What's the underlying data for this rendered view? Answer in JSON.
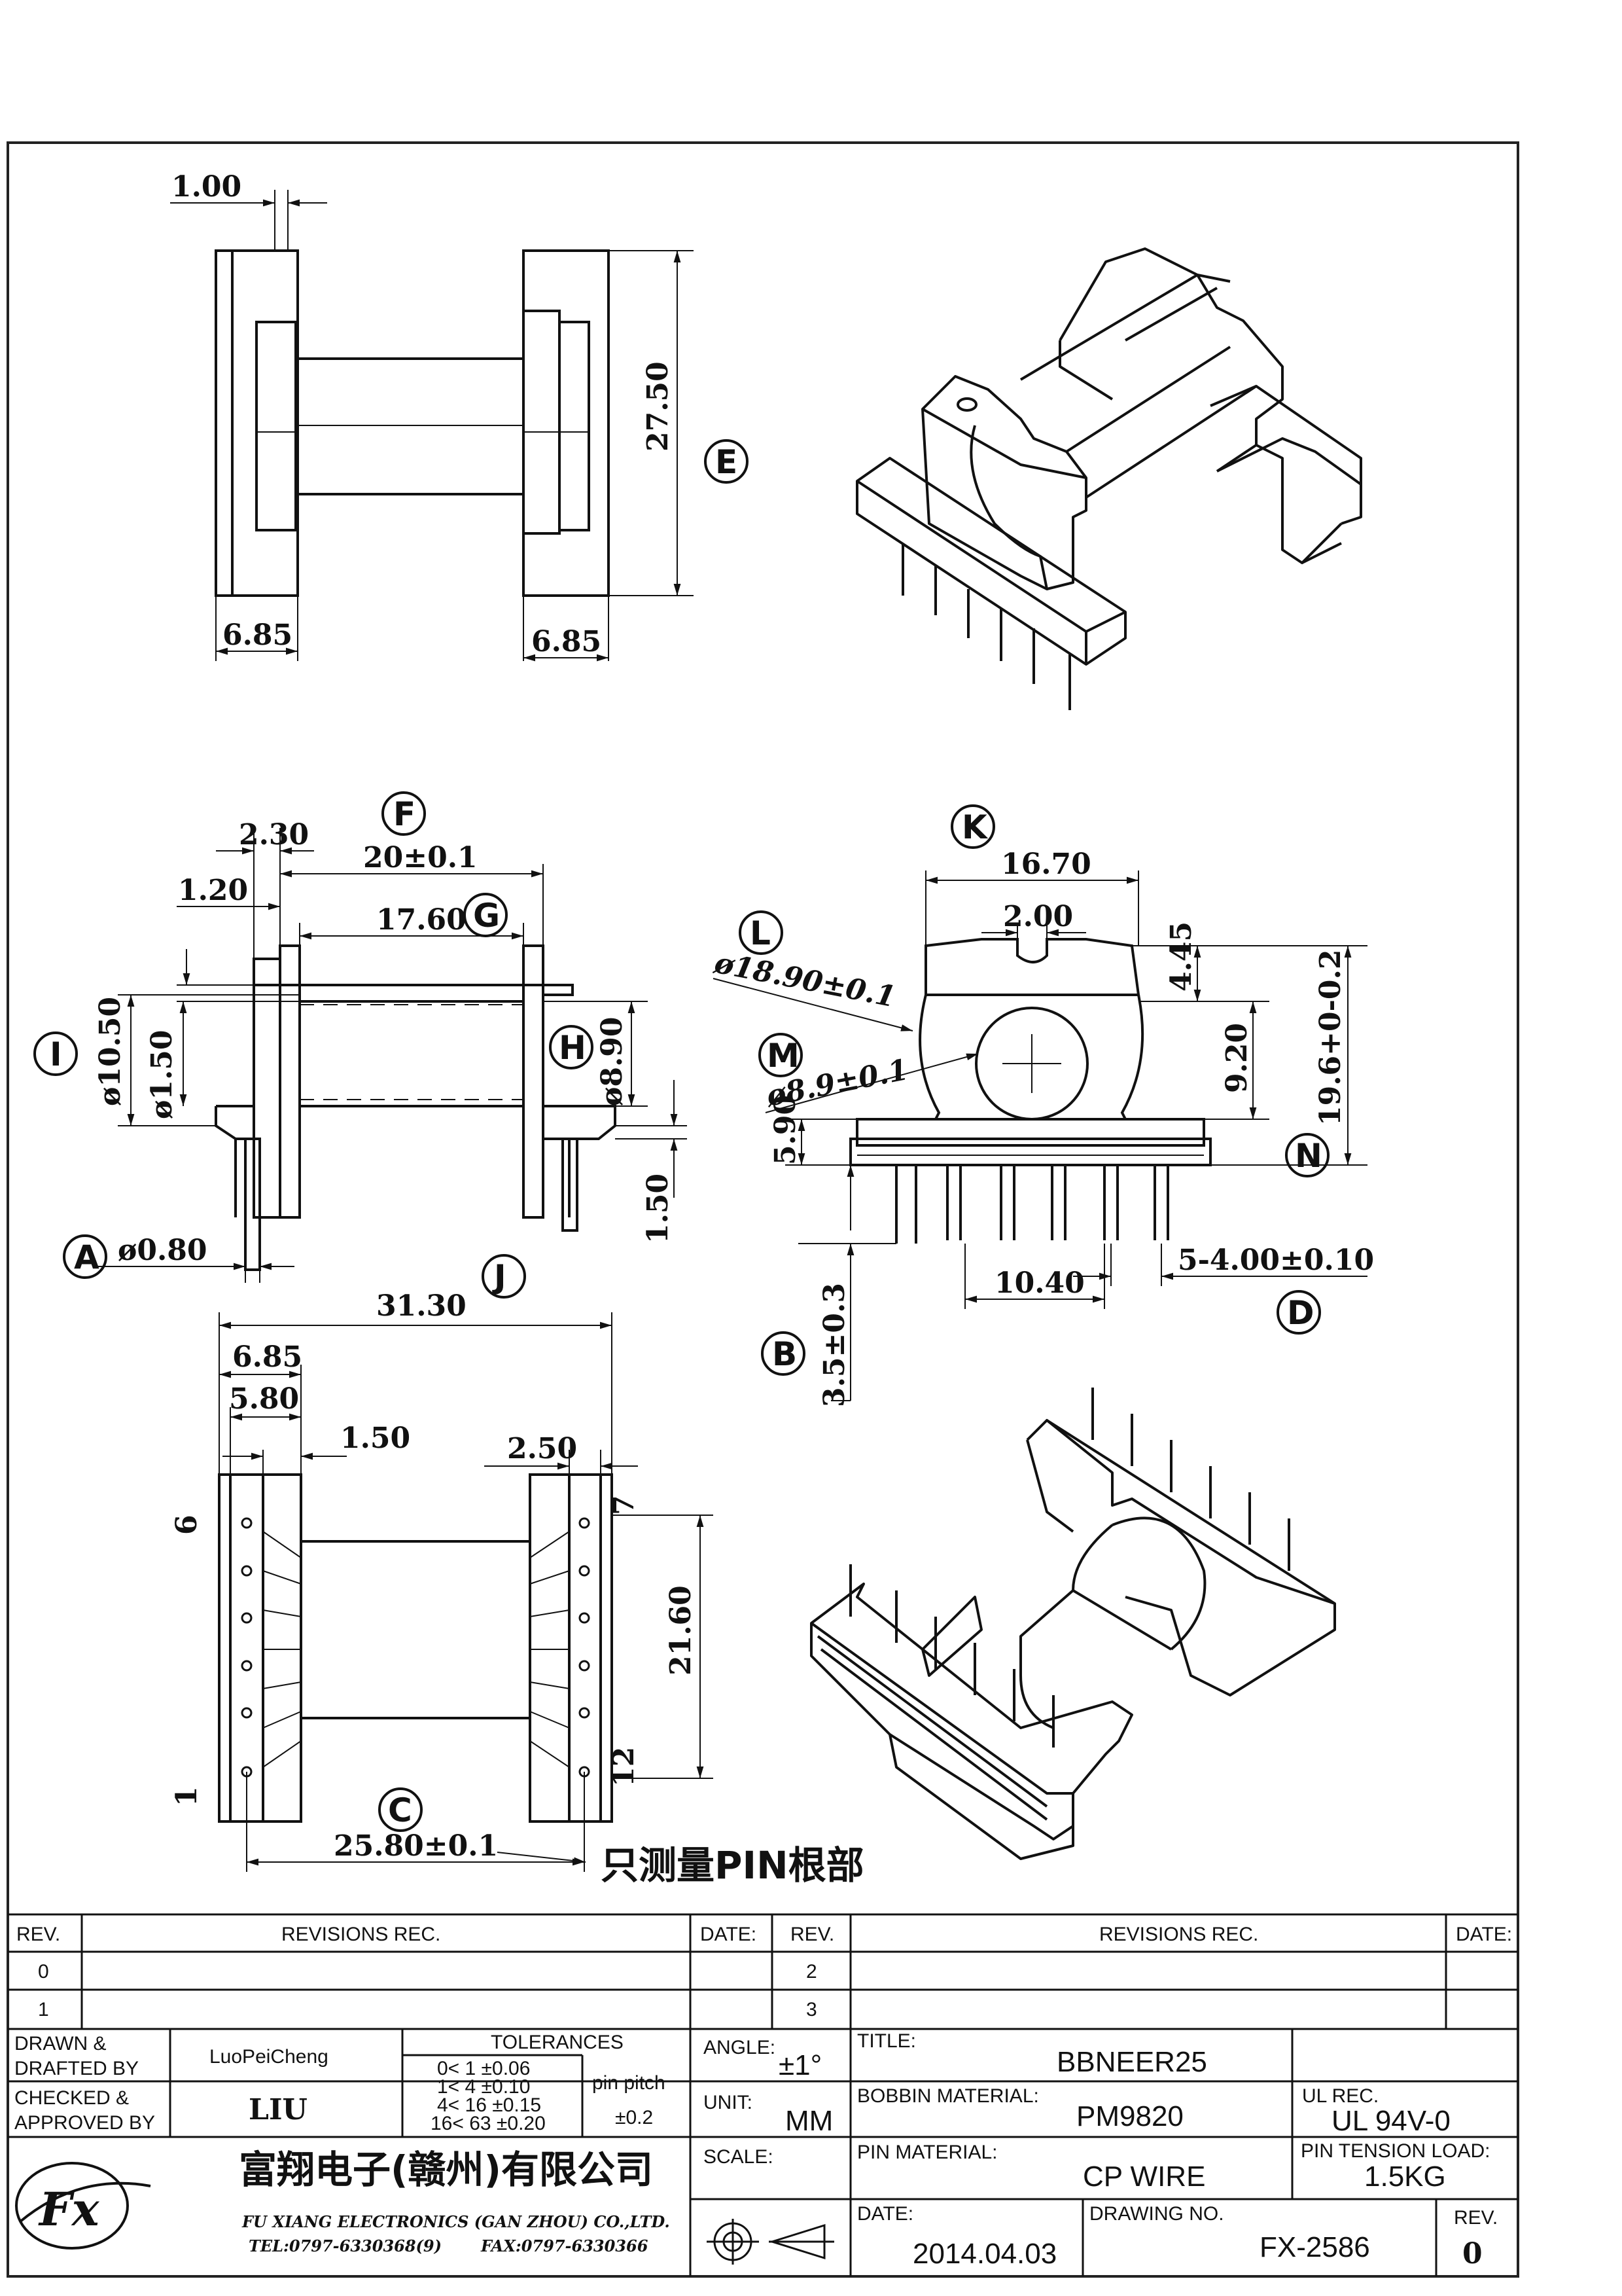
{
  "views": {
    "E": {
      "label": "E",
      "dims": [
        "1.00",
        "27.50",
        "6.85",
        "6.85"
      ]
    },
    "F": {
      "label": "F",
      "dims": [
        "2.30",
        "20±0.1",
        "1.20",
        "ø10.50",
        "ø1.50",
        "1.50"
      ],
      "g_label": "G",
      "g_dim": "17.60",
      "h_label": "H",
      "h_dim": "ø8.90",
      "i_label": "I",
      "a_label": "A",
      "a_dim": "ø0.80"
    },
    "K": {
      "label": "K",
      "dims": [
        "16.70",
        "2.00",
        "4.45",
        "9.20",
        "5.90",
        "10.40"
      ],
      "l_label": "L",
      "l_dim": "ø18.90±0.1",
      "m_label": "M",
      "m_dim": "ø8.9±0.1",
      "n_label": "N",
      "n_dim": "19.6+0-0.2",
      "d_label": "D",
      "d_dim": "5-4.00±0.10",
      "b_label": "B",
      "b_dim": "3.5±0.3"
    },
    "J": {
      "label": "J",
      "dims": [
        "31.30",
        "6.85",
        "5.80",
        "1.50",
        "2.50",
        "21.60"
      ],
      "pins": [
        "6",
        "7",
        "1",
        "12"
      ],
      "c_label": "C",
      "c_dim": "25.80±0.1",
      "note": "只测量PIN根部"
    }
  },
  "title_block": {
    "rev_header": "REV.",
    "revisions_header": "REVISIONS   REC.",
    "date_header": "DATE:",
    "rev_rows_left": [
      "0",
      "1"
    ],
    "rev_rows_right": [
      "2",
      "3"
    ],
    "drawn_label": "DRAWN &\nDRAFTED BY",
    "drawn_by": "LuoPeiCheng",
    "checked_label": "CHECKED &\nAPPROVED BY",
    "checked_by": "LIU",
    "tolerances_label": "TOLERANCES",
    "tolerance_rows": [
      "0<  1   ±0.06",
      "1<  4   ±0.10",
      "4<  16  ±0.15",
      "16<  63  ±0.20"
    ],
    "pin_pitch_label": "pin pitch",
    "pin_pitch_value": "±0.2",
    "angle_label": "ANGLE:",
    "angle_value": "±1°",
    "unit_label": "UNIT:",
    "unit_value": "MM",
    "scale_label": "SCALE:",
    "title_label": "TITLE:",
    "title_value": "BBNEER25",
    "bobbin_label": "BOBBIN MATERIAL:",
    "bobbin_value": "PM9820",
    "ul_label": "UL REC.",
    "ul_value": "UL 94V-0",
    "pin_material_label": "PIN MATERIAL:",
    "pin_material_value": "CP WIRE",
    "pin_tension_label": "PIN TENSION LOAD:",
    "pin_tension_value": "1.5KG",
    "date_label": "DATE:",
    "date_value": "2014.04.03",
    "drawing_no_label": "DRAWING NO.",
    "drawing_no_value": "FX-2586",
    "rev_label": "REV.",
    "rev_value": "0",
    "company_cn": "富翔电子(赣州)有限公司",
    "company_en": "FU XIANG ELECTRONICS (GAN ZHOU) CO.,LTD.",
    "tel": "TEL:0797-6330368(9)",
    "fax": "FAX:0797-6330366",
    "logo_text": "Fx"
  }
}
